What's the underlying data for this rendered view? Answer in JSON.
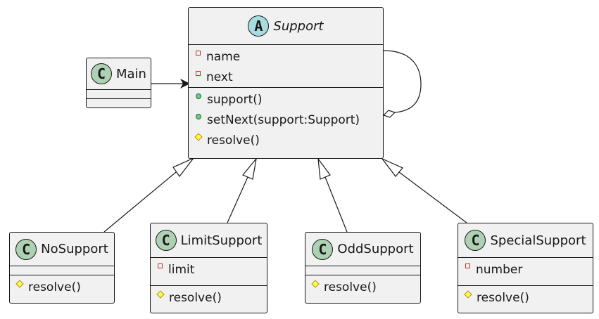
{
  "classes": {
    "main": {
      "name": "Main",
      "stereotype": "C"
    },
    "support": {
      "name": "Support",
      "stereotype": "A",
      "fields": [
        "name",
        "next"
      ],
      "methods": [
        "support()",
        "setNext(support:Support)",
        "resolve()"
      ]
    },
    "no_support": {
      "name": "NoSupport",
      "stereotype": "C",
      "methods": [
        "resolve()"
      ]
    },
    "limit_support": {
      "name": "LimitSupport",
      "stereotype": "C",
      "fields": [
        "limit"
      ],
      "methods": [
        "resolve()"
      ]
    },
    "odd_support": {
      "name": "OddSupport",
      "stereotype": "C",
      "methods": [
        "resolve()"
      ]
    },
    "special_support": {
      "name": "SpecialSupport",
      "stereotype": "C",
      "fields": [
        "number"
      ],
      "methods": [
        "resolve()"
      ]
    }
  },
  "colors": {
    "class_fill": "#f1f1f1",
    "border": "#181818",
    "class_badge": "#add1b2",
    "abstract_badge": "#a9dcdf",
    "private_marker": "#c82930",
    "public_marker": "#84be84",
    "protected_marker": "#ffff44"
  }
}
